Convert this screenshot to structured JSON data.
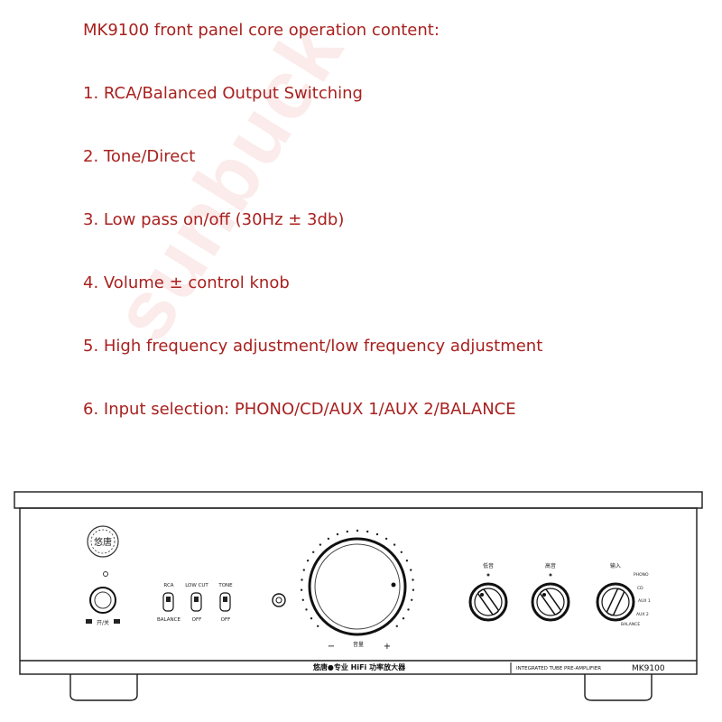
{
  "heading": "MK9100 front panel core operation content:",
  "items": [
    "1. RCA/Balanced Output Switching",
    "2. Tone/Direct",
    "3. Low pass on/off (30Hz ± 3db)",
    "4. Volume ± control knob",
    "5. High frequency adjustment/low frequency adjustment",
    "6. Input selection: PHONO/CD/AUX 1/AUX 2/BALANCE"
  ],
  "watermark": "sunbuck",
  "colors": {
    "text": "#a8211f",
    "panel_line": "#1a1a1a"
  },
  "panel": {
    "logo_text": "悠唐",
    "power_label": "开/关",
    "switches": [
      {
        "top": "RCA",
        "bottom": "BALANCE"
      },
      {
        "top": "LOW CUT",
        "bottom": "OFF"
      },
      {
        "top": "TONE",
        "bottom": "OFF"
      }
    ],
    "volume_label": "音量",
    "volume_minus": "−",
    "volume_plus": "+",
    "bass_label": "低音",
    "treble_label": "高音",
    "input_label": "输入",
    "input_options": [
      "PHONO",
      "CD",
      "AUX 1",
      "AUX 2",
      "BALANCE"
    ],
    "brand_bar": "悠唐●专业 HiFi 功率放大器",
    "model_desc": "INTEGRATED TUBE PRE-AMPLIFIER",
    "model": "MK9100"
  }
}
